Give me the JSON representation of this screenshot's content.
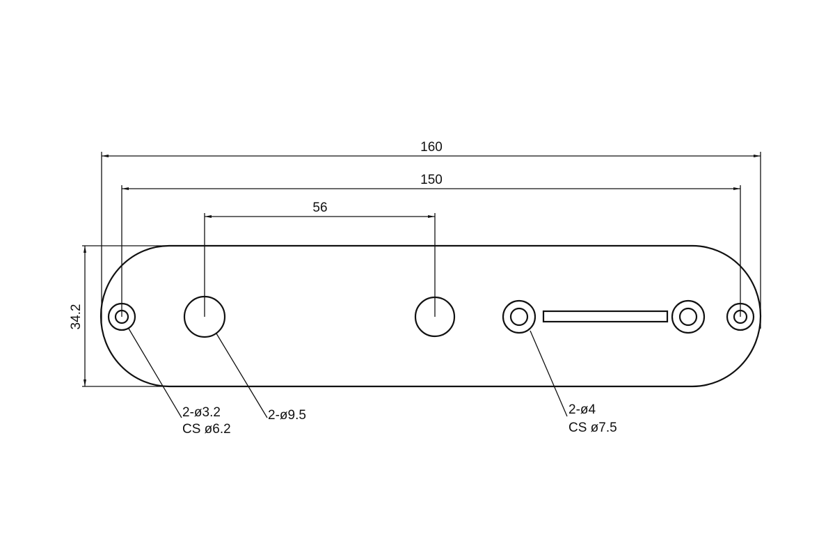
{
  "drawing": {
    "dimensions": {
      "overall_length": "160",
      "hole_spacing": "150",
      "pot_spacing": "56",
      "width": "34.2"
    },
    "callouts": {
      "mount_holes_line1": "2-ø3.2",
      "mount_holes_line2": "CS ø6.2",
      "pot_holes": "2-ø9.5",
      "switch_holes_line1": "2-ø4",
      "switch_holes_line2": "CS ø7.5"
    },
    "colors": {
      "line": "#111111",
      "background": "#ffffff"
    }
  }
}
